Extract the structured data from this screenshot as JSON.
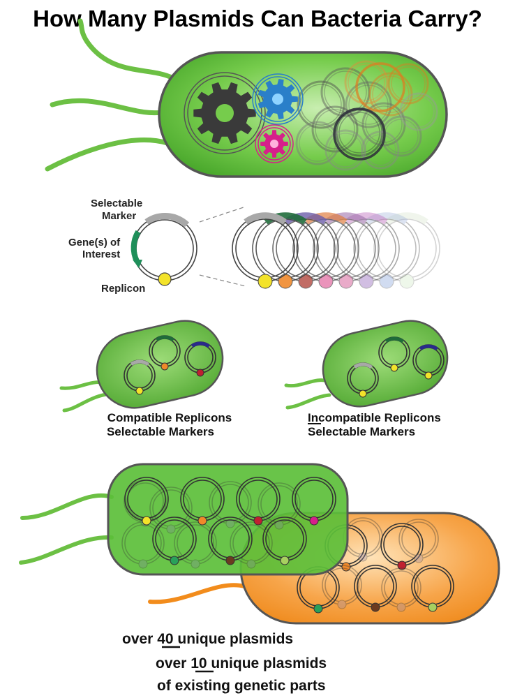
{
  "title": "How Many Plasmids Can Bacteria Carry?",
  "plasmid_labels": {
    "marker_line1": "Selectable",
    "marker_line2": "Marker",
    "gene_line1": "Gene(s) of",
    "gene_line2": "Interest",
    "replicon": "Replicon"
  },
  "left_cell": {
    "caption_line1": "Compatible Replicons",
    "caption_line2": "Selectable Markers"
  },
  "right_cell": {
    "caption_prefix": "In",
    "caption_line1_rest": "compatible Replicons",
    "caption_line2": "Selectable Markers"
  },
  "bottom": {
    "line1_pre": "over ",
    "line1_num": "40",
    "line1_post": " unique plasmids",
    "line2_pre": "over ",
    "line2_num": "10",
    "line2_post": " unique plasmids",
    "line3": "of existing genetic parts"
  },
  "colors": {
    "cell_green": "#5cbf3a",
    "cell_orange": "#f28c1c",
    "flagella_green": "#6cc044",
    "gear_dark": "#3a3a3a",
    "gear_blue": "#2a7fc9",
    "gear_magenta": "#d6208a",
    "marker_gray": "#a8a8a8",
    "gene_green": "#1f8f5a",
    "replicon_yellow": "#f3e32a"
  }
}
